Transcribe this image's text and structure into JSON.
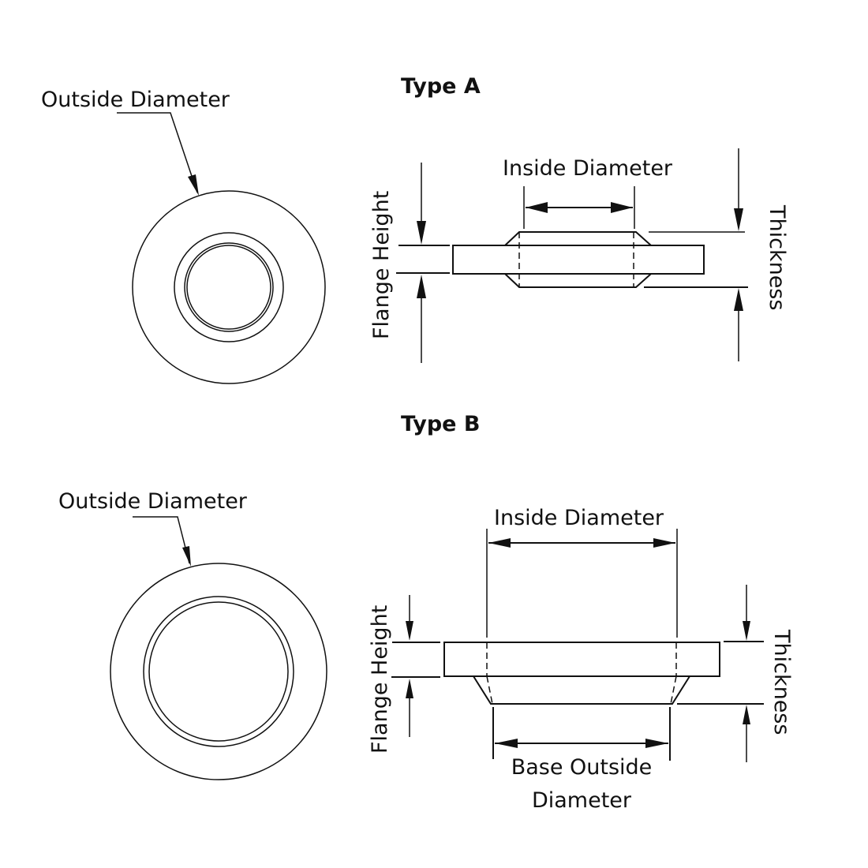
{
  "diagram": {
    "type_a": {
      "title": "Type A",
      "labels": {
        "outside_diameter": "Outside Diameter",
        "inside_diameter": "Inside Diameter",
        "flange_height": "Flange Height",
        "thickness": "Thickness"
      }
    },
    "type_b": {
      "title": "Type B",
      "labels": {
        "outside_diameter": "Outside Diameter",
        "inside_diameter": "Inside Diameter",
        "flange_height": "Flange Height",
        "thickness": "Thickness",
        "base_outside_diameter_line1": "Base Outside",
        "base_outside_diameter_line2": "Diameter"
      }
    },
    "colors": {
      "line": "#111111",
      "background": "#ffffff"
    }
  }
}
